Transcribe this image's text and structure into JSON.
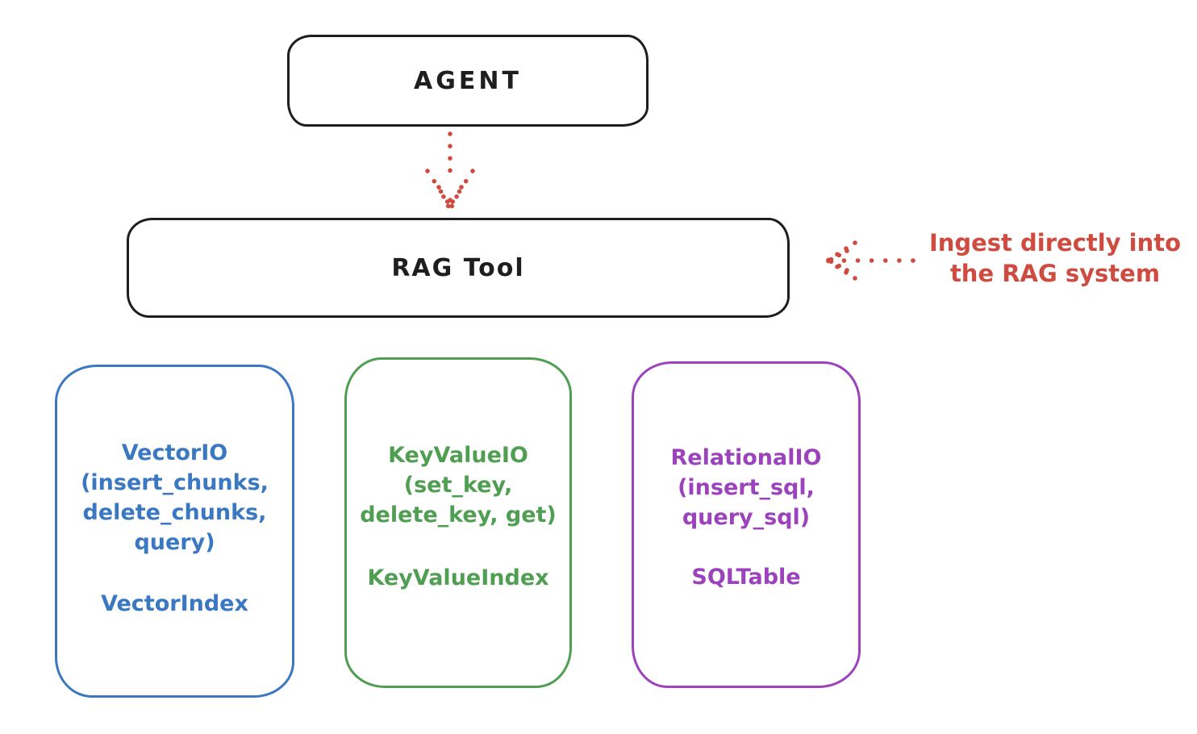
{
  "diagram": {
    "title_hint": "RAG Tool architecture sketch",
    "colors": {
      "black": "#1e1e1e",
      "red": "#cf4a3f",
      "blue": "#3a78c2",
      "green": "#4f9e52",
      "purple": "#9b42bc",
      "background": "#ffffff"
    },
    "nodes": {
      "agent": {
        "label": "AGENT"
      },
      "rag_tool": {
        "label": "RAG Tool"
      }
    },
    "cards": [
      {
        "name": "vector-io",
        "color": "#3a78c2",
        "io_lines": [
          "VectorIO",
          "(insert_chunks,",
          "delete_chunks,",
          "query)"
        ],
        "index_label": "VectorIndex"
      },
      {
        "name": "key-value-io",
        "color": "#4f9e52",
        "io_lines": [
          "KeyValueIO",
          "(set_key,",
          "delete_key, get)"
        ],
        "index_label": "KeyValueIndex"
      },
      {
        "name": "relational-io",
        "color": "#9b42bc",
        "io_lines": [
          "RelationalIO",
          "(insert_sql,",
          "query_sql)"
        ],
        "index_label": "SQLTable"
      }
    ],
    "annotation": {
      "line1": "Ingest directly into",
      "line2": "the RAG system",
      "color": "#cf4a3f"
    },
    "edges": [
      {
        "from": "AGENT",
        "to": "RAG Tool",
        "style": "dotted",
        "color": "#cf4a3f",
        "direction": "down"
      },
      {
        "from": "annotation",
        "to": "RAG Tool",
        "style": "dotted",
        "color": "#cf4a3f",
        "direction": "left"
      }
    ]
  }
}
